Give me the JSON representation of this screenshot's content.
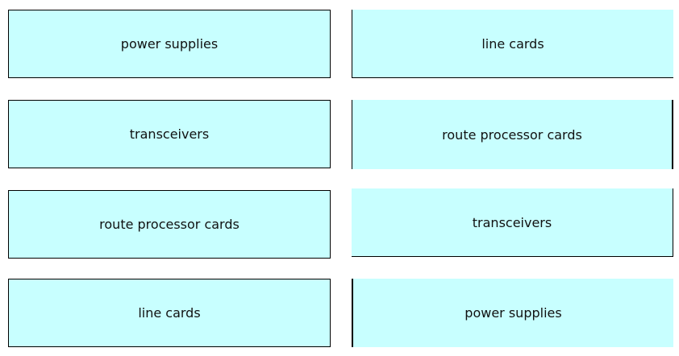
{
  "left_column": {
    "items": [
      {
        "label": "power supplies"
      },
      {
        "label": "transceivers"
      },
      {
        "label": "route processor cards"
      },
      {
        "label": "line cards"
      }
    ]
  },
  "right_column": {
    "items": [
      {
        "label": "line cards"
      },
      {
        "label": "route processor cards"
      },
      {
        "label": "transceivers"
      },
      {
        "label": "power supplies"
      }
    ]
  },
  "colors": {
    "box_fill": "#c8ffff",
    "border": "#000000",
    "text": "#111111"
  }
}
